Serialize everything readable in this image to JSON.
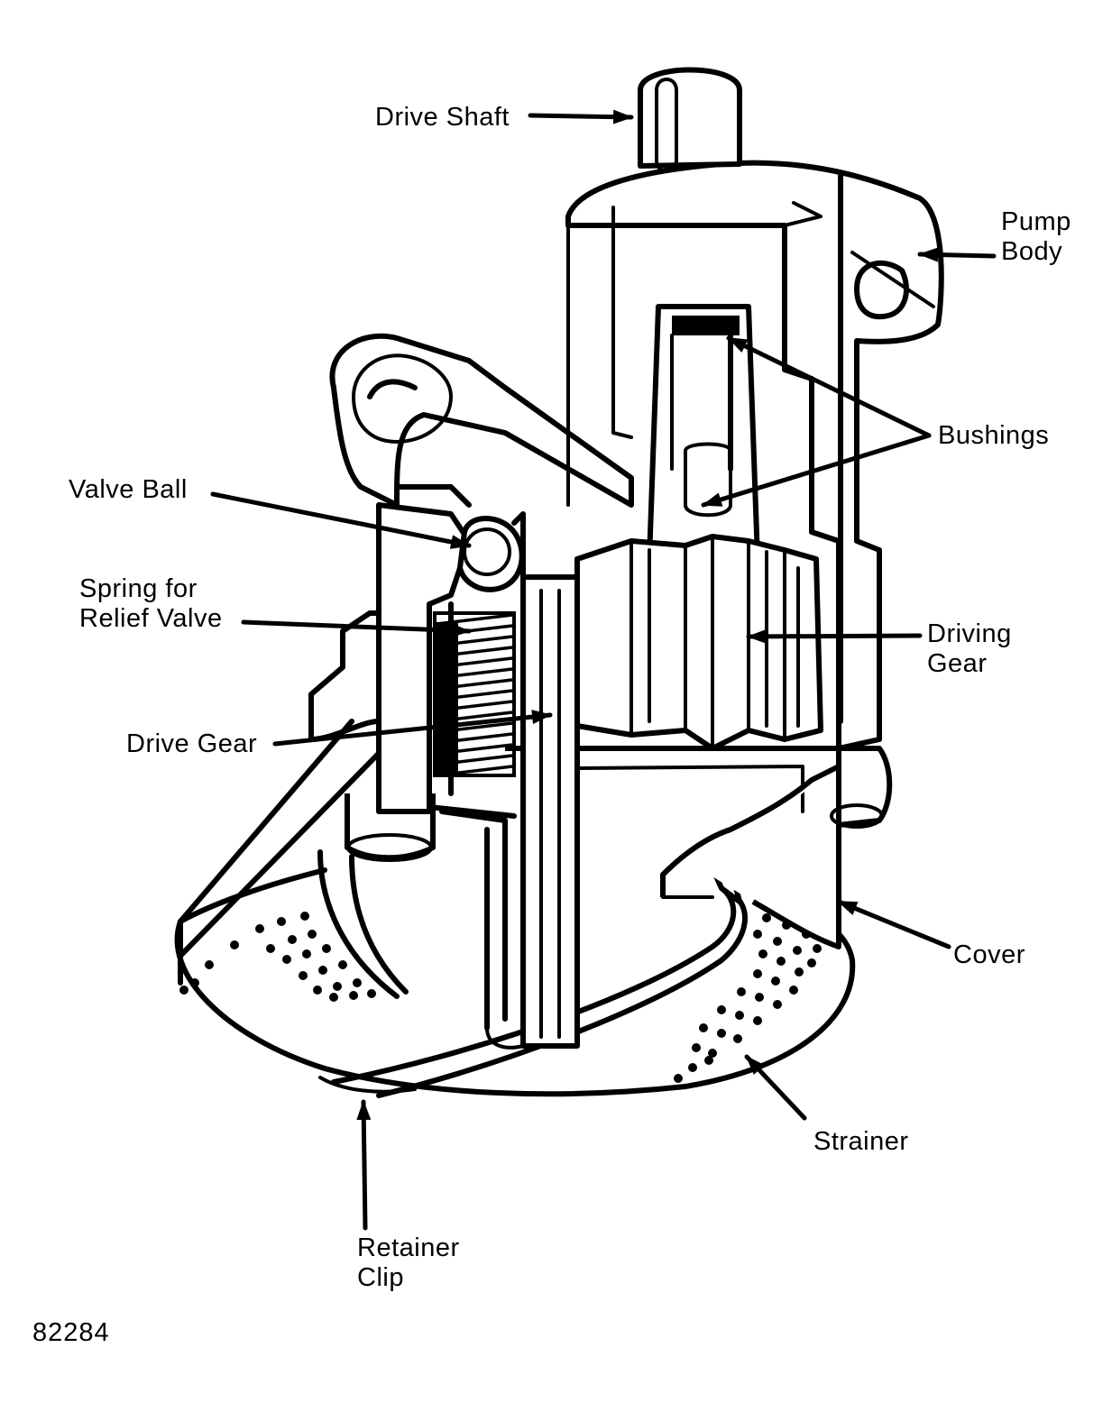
{
  "labels": {
    "drive_shaft": "Drive Shaft",
    "pump_body": [
      "Pump",
      "Body"
    ],
    "bushings": "Bushings",
    "valve_ball": "Valve Ball",
    "spring": [
      "Spring for",
      "Relief Valve"
    ],
    "driving_gear": [
      "Driving",
      "Gear"
    ],
    "drive_gear": "Drive Gear",
    "cover": "Cover",
    "strainer": "Strainer",
    "retainer_clip": [
      "Retainer",
      "Clip"
    ]
  },
  "figure_number": "82284"
}
